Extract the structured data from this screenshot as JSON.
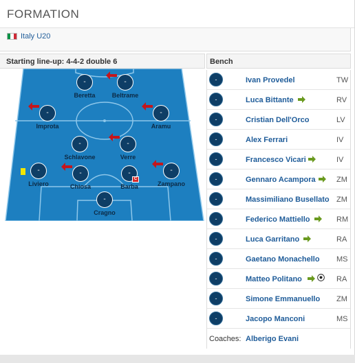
{
  "section": {
    "title": "FORMATION"
  },
  "team": {
    "name": "Italy U20",
    "flag_colors": [
      "#009246",
      "#ffffff",
      "#ce2b37"
    ]
  },
  "lineup": {
    "label": "Starting line-up: 4-4-2 double 6",
    "players": [
      {
        "name": "Beretta",
        "number": "-",
        "sub_out": false
      },
      {
        "name": "Beltrame",
        "number": "-",
        "sub_out": true
      },
      {
        "name": "Improta",
        "number": "-",
        "sub_out": true
      },
      {
        "name": "Aramu",
        "number": "-",
        "sub_out": true
      },
      {
        "name": "Schlavone",
        "number": "-",
        "sub_out": false
      },
      {
        "name": "Verre",
        "number": "-",
        "sub_out": true
      },
      {
        "name": "Liviero",
        "number": "-",
        "sub_out": false,
        "yellow_card": true
      },
      {
        "name": "Chiosa",
        "number": "-",
        "sub_out": true
      },
      {
        "name": "Barba",
        "number": "-",
        "sub_out": false,
        "captain": true
      },
      {
        "name": "Zampano",
        "number": "-",
        "sub_out": true
      },
      {
        "name": "Cragno",
        "number": "-",
        "sub_out": false
      }
    ],
    "captain_letter": "C"
  },
  "bench": {
    "label": "Bench",
    "players": [
      {
        "name": "Ivan Provedel",
        "pos": "TW",
        "number": "-",
        "sub_in": false
      },
      {
        "name": "Luca Bittante",
        "pos": "RV",
        "number": "-",
        "sub_in": true
      },
      {
        "name": "Cristian Dell'Orco",
        "pos": "LV",
        "number": "-",
        "sub_in": false
      },
      {
        "name": "Alex Ferrari",
        "pos": "IV",
        "number": "-",
        "sub_in": false
      },
      {
        "name": "Francesco Vicari",
        "pos": "IV",
        "number": "-",
        "sub_in": true
      },
      {
        "name": "Gennaro Acampora",
        "pos": "ZM",
        "number": "-",
        "sub_in": true
      },
      {
        "name": "Massimiliano Busellato",
        "pos": "ZM",
        "number": "-",
        "sub_in": false
      },
      {
        "name": "Federico Mattiello",
        "pos": "RM",
        "number": "-",
        "sub_in": true
      },
      {
        "name": "Luca Garritano",
        "pos": "RA",
        "number": "-",
        "sub_in": true
      },
      {
        "name": "Gaetano Monachello",
        "pos": "MS",
        "number": "-",
        "sub_in": false
      },
      {
        "name": "Matteo Politano",
        "pos": "RA",
        "number": "-",
        "sub_in": true,
        "goal": true
      },
      {
        "name": "Simone Emmanuello",
        "pos": "ZM",
        "number": "-",
        "sub_in": false
      },
      {
        "name": "Jacopo Manconi",
        "pos": "MS",
        "number": "-",
        "sub_in": false
      }
    ],
    "coaches_label": "Coaches:",
    "coach": "Alberigo Evani"
  },
  "colors": {
    "pitch": "#1d7fc0",
    "pitch_line": "#7fbde6",
    "player": "#0e3e66",
    "sub_arrow_out": "#c4161c",
    "sub_arrow_in": "#6a9a1f",
    "link": "#1f5c99"
  }
}
